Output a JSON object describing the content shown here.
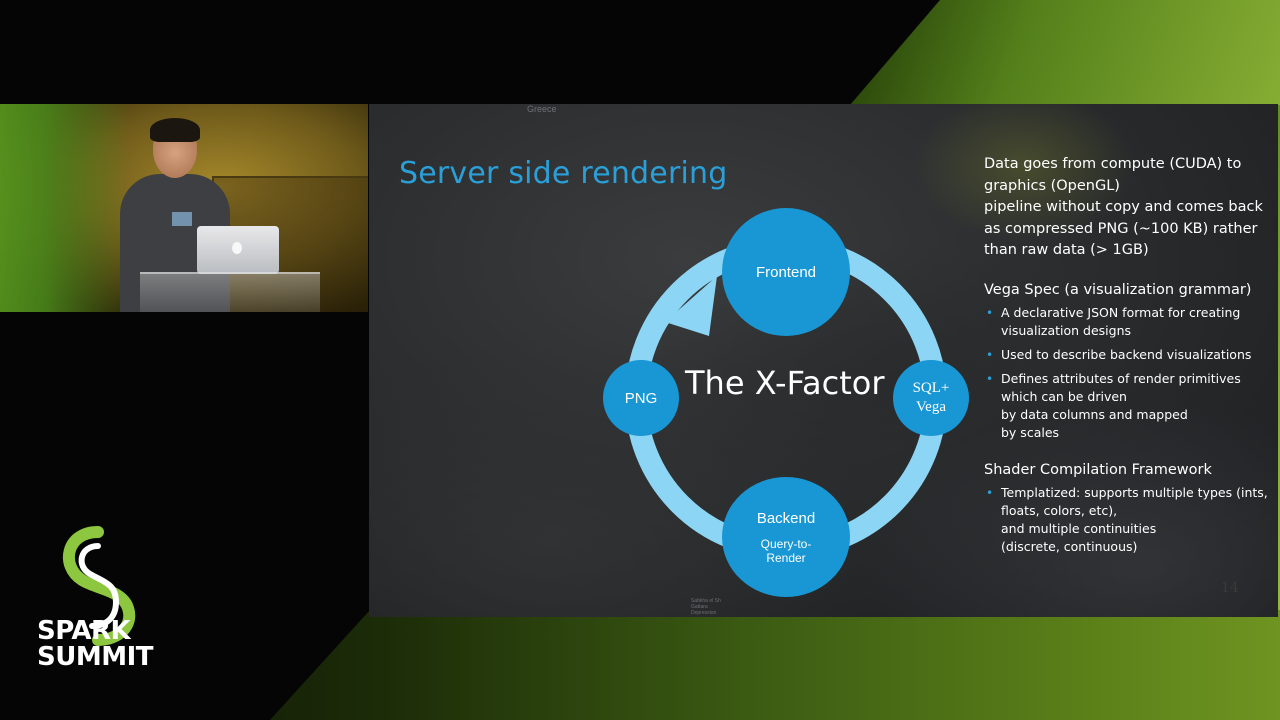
{
  "event": {
    "logo_line1": "SPARK",
    "logo_line2": "SUMMIT",
    "brand_green": "#8dc63f"
  },
  "video": {
    "description_icon": "speaker-video-feed"
  },
  "slide": {
    "title": "Server side rendering",
    "map_label_top": "Greece",
    "map_label_bottom": "Sabkha el Sh Gattara Depression",
    "cycle": {
      "center_label": "The X-Factor",
      "nodes": {
        "frontend": "Frontend",
        "sql_line1": "SQL+",
        "sql_line2": "Vega",
        "backend": "Backend",
        "backend_sub_line1": "Query-to-",
        "backend_sub_line2": "Render",
        "png": "PNG"
      },
      "node_color": "#1897d4",
      "ring_color": "#8dd5f4"
    },
    "intro": {
      "line1": "Data goes from compute (CUDA) to",
      "line2": "graphics (OpenGL)",
      "line3": "pipeline without copy and comes back",
      "line4": "as compressed PNG (~100 KB) rather",
      "line5": "than raw data (> 1GB)"
    },
    "vega": {
      "heading": "Vega Spec (a visualization grammar)",
      "bullets": [
        {
          "line1": "A declarative JSON format for creating",
          "line2": "visualization designs"
        },
        {
          "line1": "Used to describe backend visualizations"
        },
        {
          "line1": "Defines attributes of render primitives",
          "line2": "which can be driven",
          "line3": "by data columns and mapped",
          "line4": "by scales"
        }
      ]
    },
    "shader": {
      "heading": "Shader Compilation Framework",
      "bullets": [
        {
          "line1": "Templatized: supports multiple types (ints,",
          "line2": "floats, colors, etc),",
          "line3": "and multiple continuities",
          "line4": "(discrete, continuous)"
        }
      ]
    },
    "page_number": "14",
    "title_color": "#2a9fd8"
  }
}
